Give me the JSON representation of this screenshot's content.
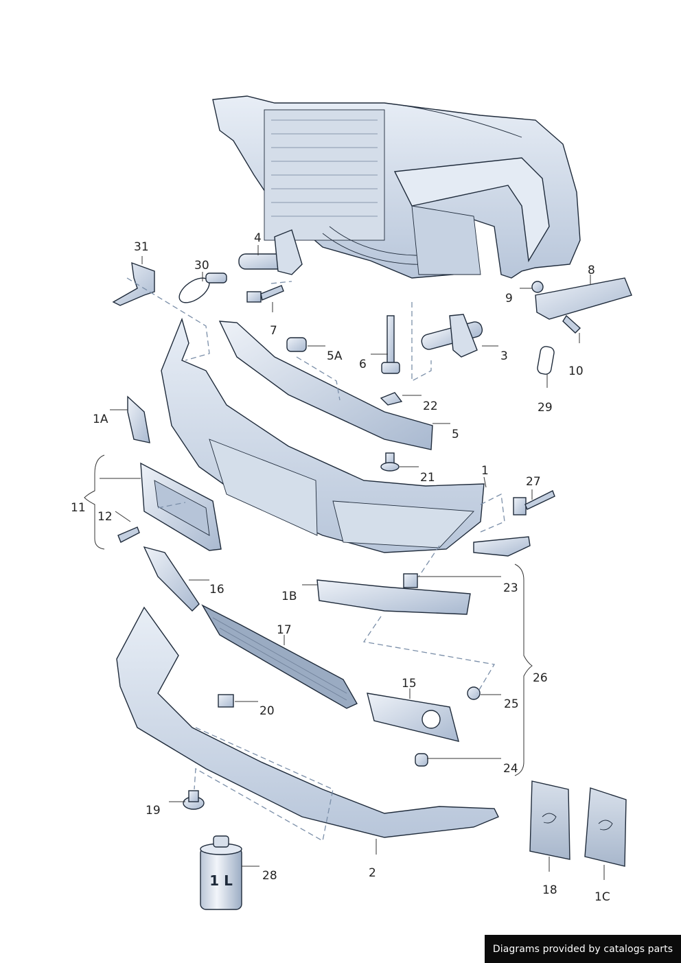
{
  "diagram": {
    "labels": {
      "p1": "1",
      "p1A": "1A",
      "p1B": "1B",
      "p1C": "1C",
      "p2": "2",
      "p3": "3",
      "p4": "4",
      "p5": "5",
      "p5A": "5A",
      "p6": "6",
      "p7": "7",
      "p8": "8",
      "p9": "9",
      "p10": "10",
      "p11": "11",
      "p12": "12",
      "p15": "15",
      "p16": "16",
      "p17": "17",
      "p18": "18",
      "p19": "19",
      "p20": "20",
      "p21": "21",
      "p22": "22",
      "p23": "23",
      "p24": "24",
      "p25": "25",
      "p26": "26",
      "p27": "27",
      "p28": "28",
      "p29": "29",
      "p30": "30",
      "p31": "31"
    },
    "can_text": "1 L"
  },
  "credit": "Diagrams provided by catalogs parts",
  "colors": {
    "body_fill": "#dde5f0",
    "part_fill": "#c9d4e4",
    "shade": "#9fb0c8",
    "line": "#1e2a3a",
    "dash": "#7a8ea8"
  }
}
